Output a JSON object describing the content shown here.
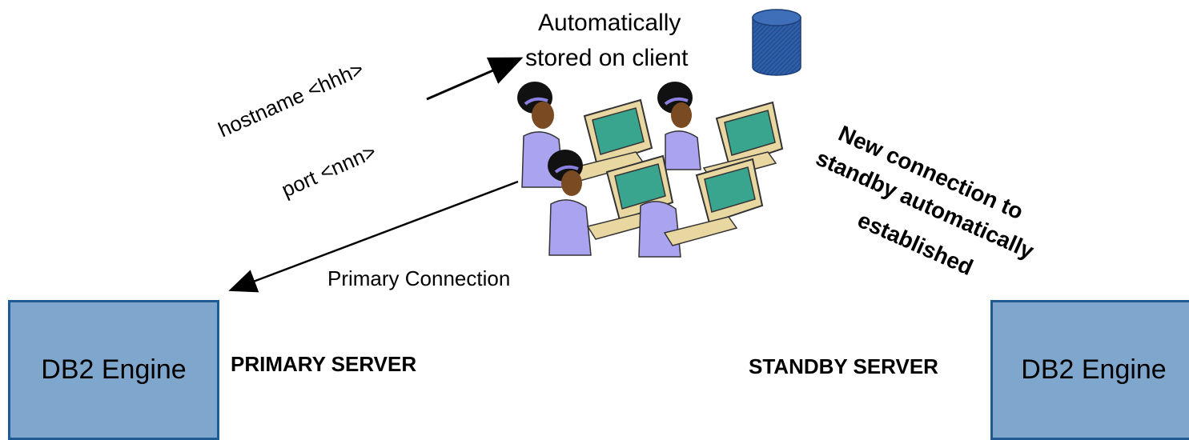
{
  "client_note": {
    "line1": "Automatically",
    "line2": "stored on client"
  },
  "address_note": {
    "line1": "hostname <hhh>",
    "line2": "port <nnn>"
  },
  "primary_connection_label": "Primary Connection",
  "standby_note": {
    "line1": "New connection to",
    "line2": "standby automatically",
    "line3": "established"
  },
  "primary": {
    "engine_label": "DB2 Engine",
    "server_label": "PRIMARY SERVER"
  },
  "standby": {
    "engine_label": "DB2 Engine",
    "server_label": "STANDBY SERVER"
  },
  "icons": {
    "database": "database-cylinder-icon",
    "clients": "users-at-computers-icon"
  },
  "colors": {
    "engine_fill": "#7fa6cc",
    "engine_border": "#1f5a93",
    "database_fill": "#2e5ea8"
  }
}
